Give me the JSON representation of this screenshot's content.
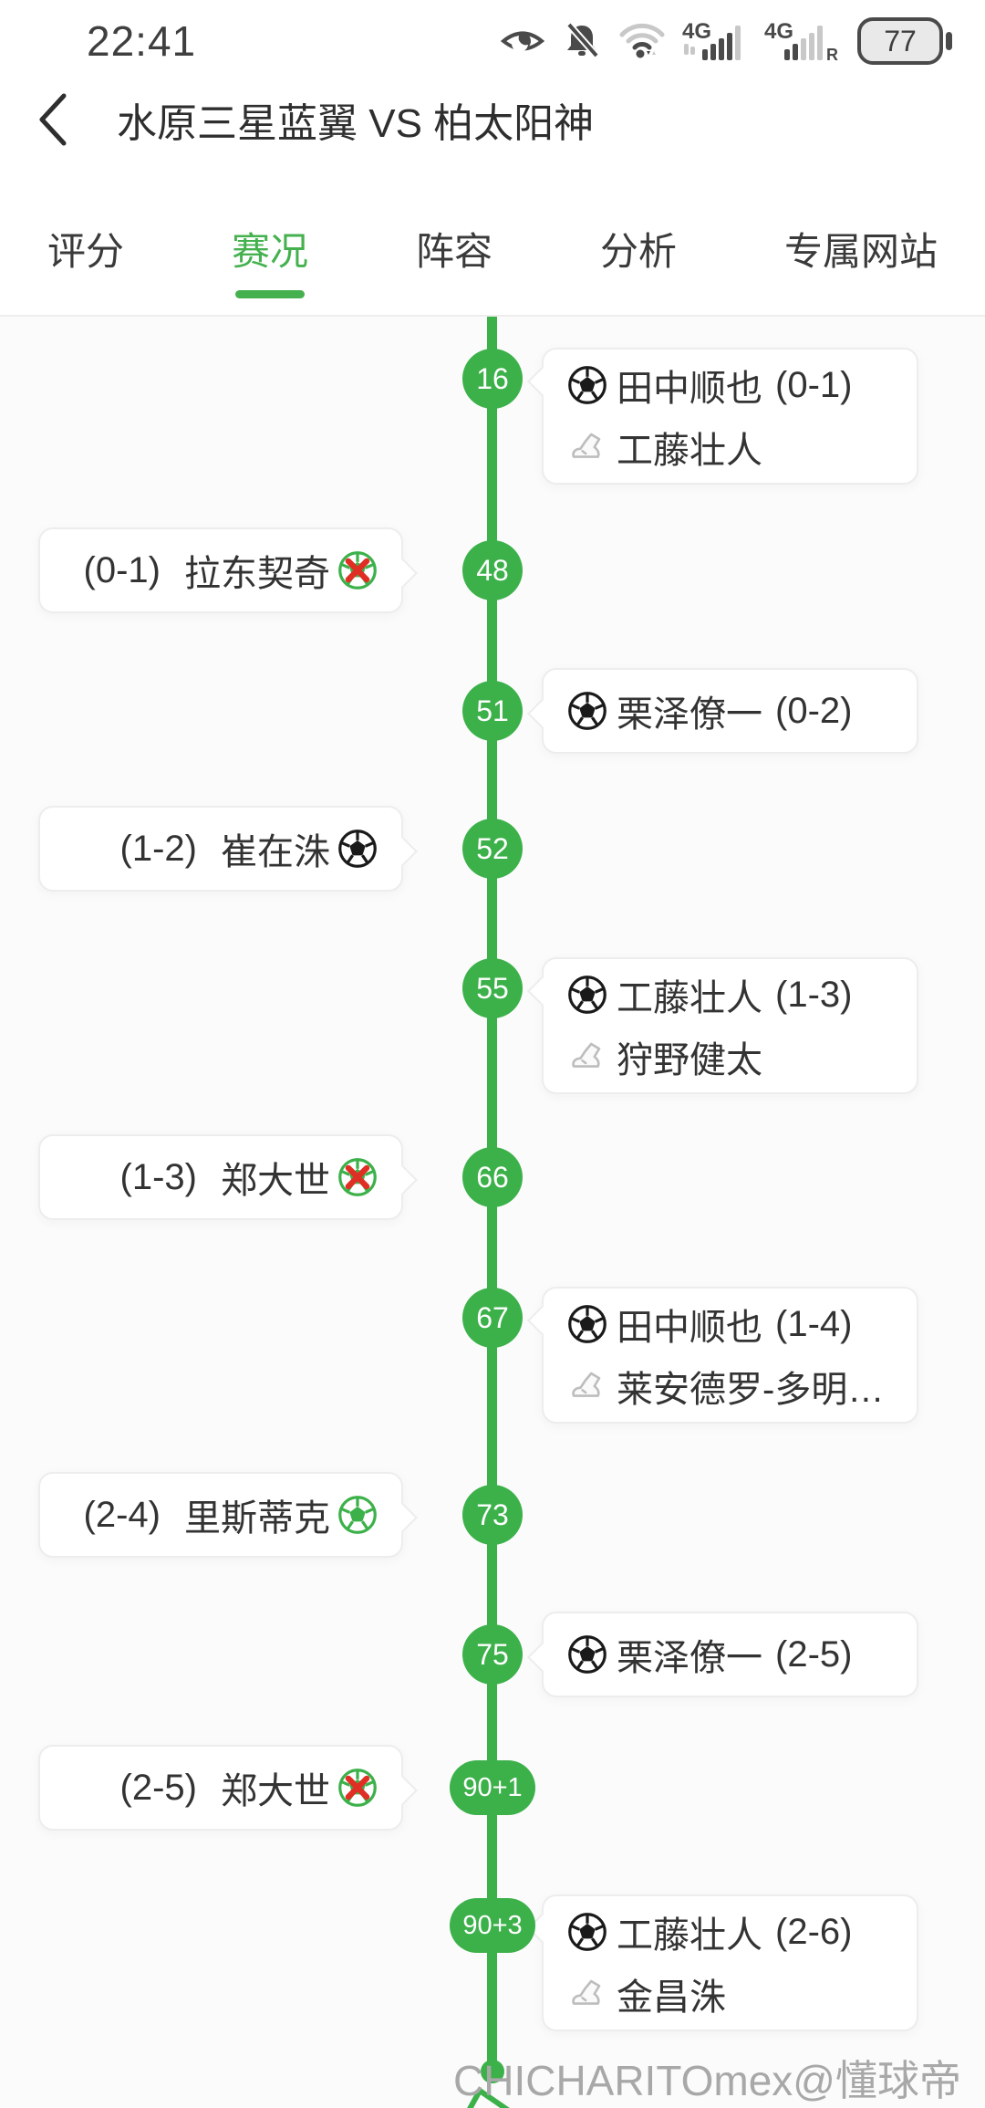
{
  "status_bar": {
    "time": "22:41",
    "sim1_label": "4G",
    "sim2_label": "4G",
    "sim2_roaming": "R",
    "battery_percent": "77"
  },
  "header": {
    "title": "水原三星蓝翼 VS 柏太阳神"
  },
  "tabs": [
    {
      "label": "评分",
      "active": false
    },
    {
      "label": "赛况",
      "active": true
    },
    {
      "label": "阵容",
      "active": false
    },
    {
      "label": "分析",
      "active": false
    },
    {
      "label": "专属网站",
      "active": false
    }
  ],
  "colors": {
    "accent_green": "#3cb14a",
    "missed_red": "#e02e24",
    "goal_black": "#1a1a1a"
  },
  "timeline": {
    "events": [
      {
        "minute": "16",
        "side": "right",
        "type": "goal",
        "player": "田中顺也",
        "score": "(0-1)",
        "assist": "工藤壮人"
      },
      {
        "minute": "48",
        "side": "left",
        "type": "penalty_missed",
        "player": "拉东契奇",
        "score": "(0-1)"
      },
      {
        "minute": "51",
        "side": "right",
        "type": "goal",
        "player": "栗泽僚一",
        "score": "(0-2)"
      },
      {
        "minute": "52",
        "side": "left",
        "type": "goal",
        "player": "崔在洙",
        "score": "(1-2)"
      },
      {
        "minute": "55",
        "side": "right",
        "type": "goal",
        "player": "工藤壮人",
        "score": "(1-3)",
        "assist": "狩野健太"
      },
      {
        "minute": "66",
        "side": "left",
        "type": "penalty_missed",
        "player": "郑大世",
        "score": "(1-3)"
      },
      {
        "minute": "67",
        "side": "right",
        "type": "goal",
        "player": "田中顺也",
        "score": "(1-4)",
        "assist": "莱安德罗-多明…"
      },
      {
        "minute": "73",
        "side": "left",
        "type": "penalty_goal",
        "player": "里斯蒂克",
        "score": "(2-4)"
      },
      {
        "minute": "75",
        "side": "right",
        "type": "goal",
        "player": "栗泽僚一",
        "score": "(2-5)"
      },
      {
        "minute": "90+1",
        "side": "left",
        "type": "penalty_missed",
        "player": "郑大世",
        "score": "(2-5)"
      },
      {
        "minute": "90+3",
        "side": "right",
        "type": "goal",
        "player": "工藤壮人",
        "score": "(2-6)",
        "assist": "金昌洙"
      }
    ]
  },
  "watermark": "CHICHARITOmex@懂球帝"
}
